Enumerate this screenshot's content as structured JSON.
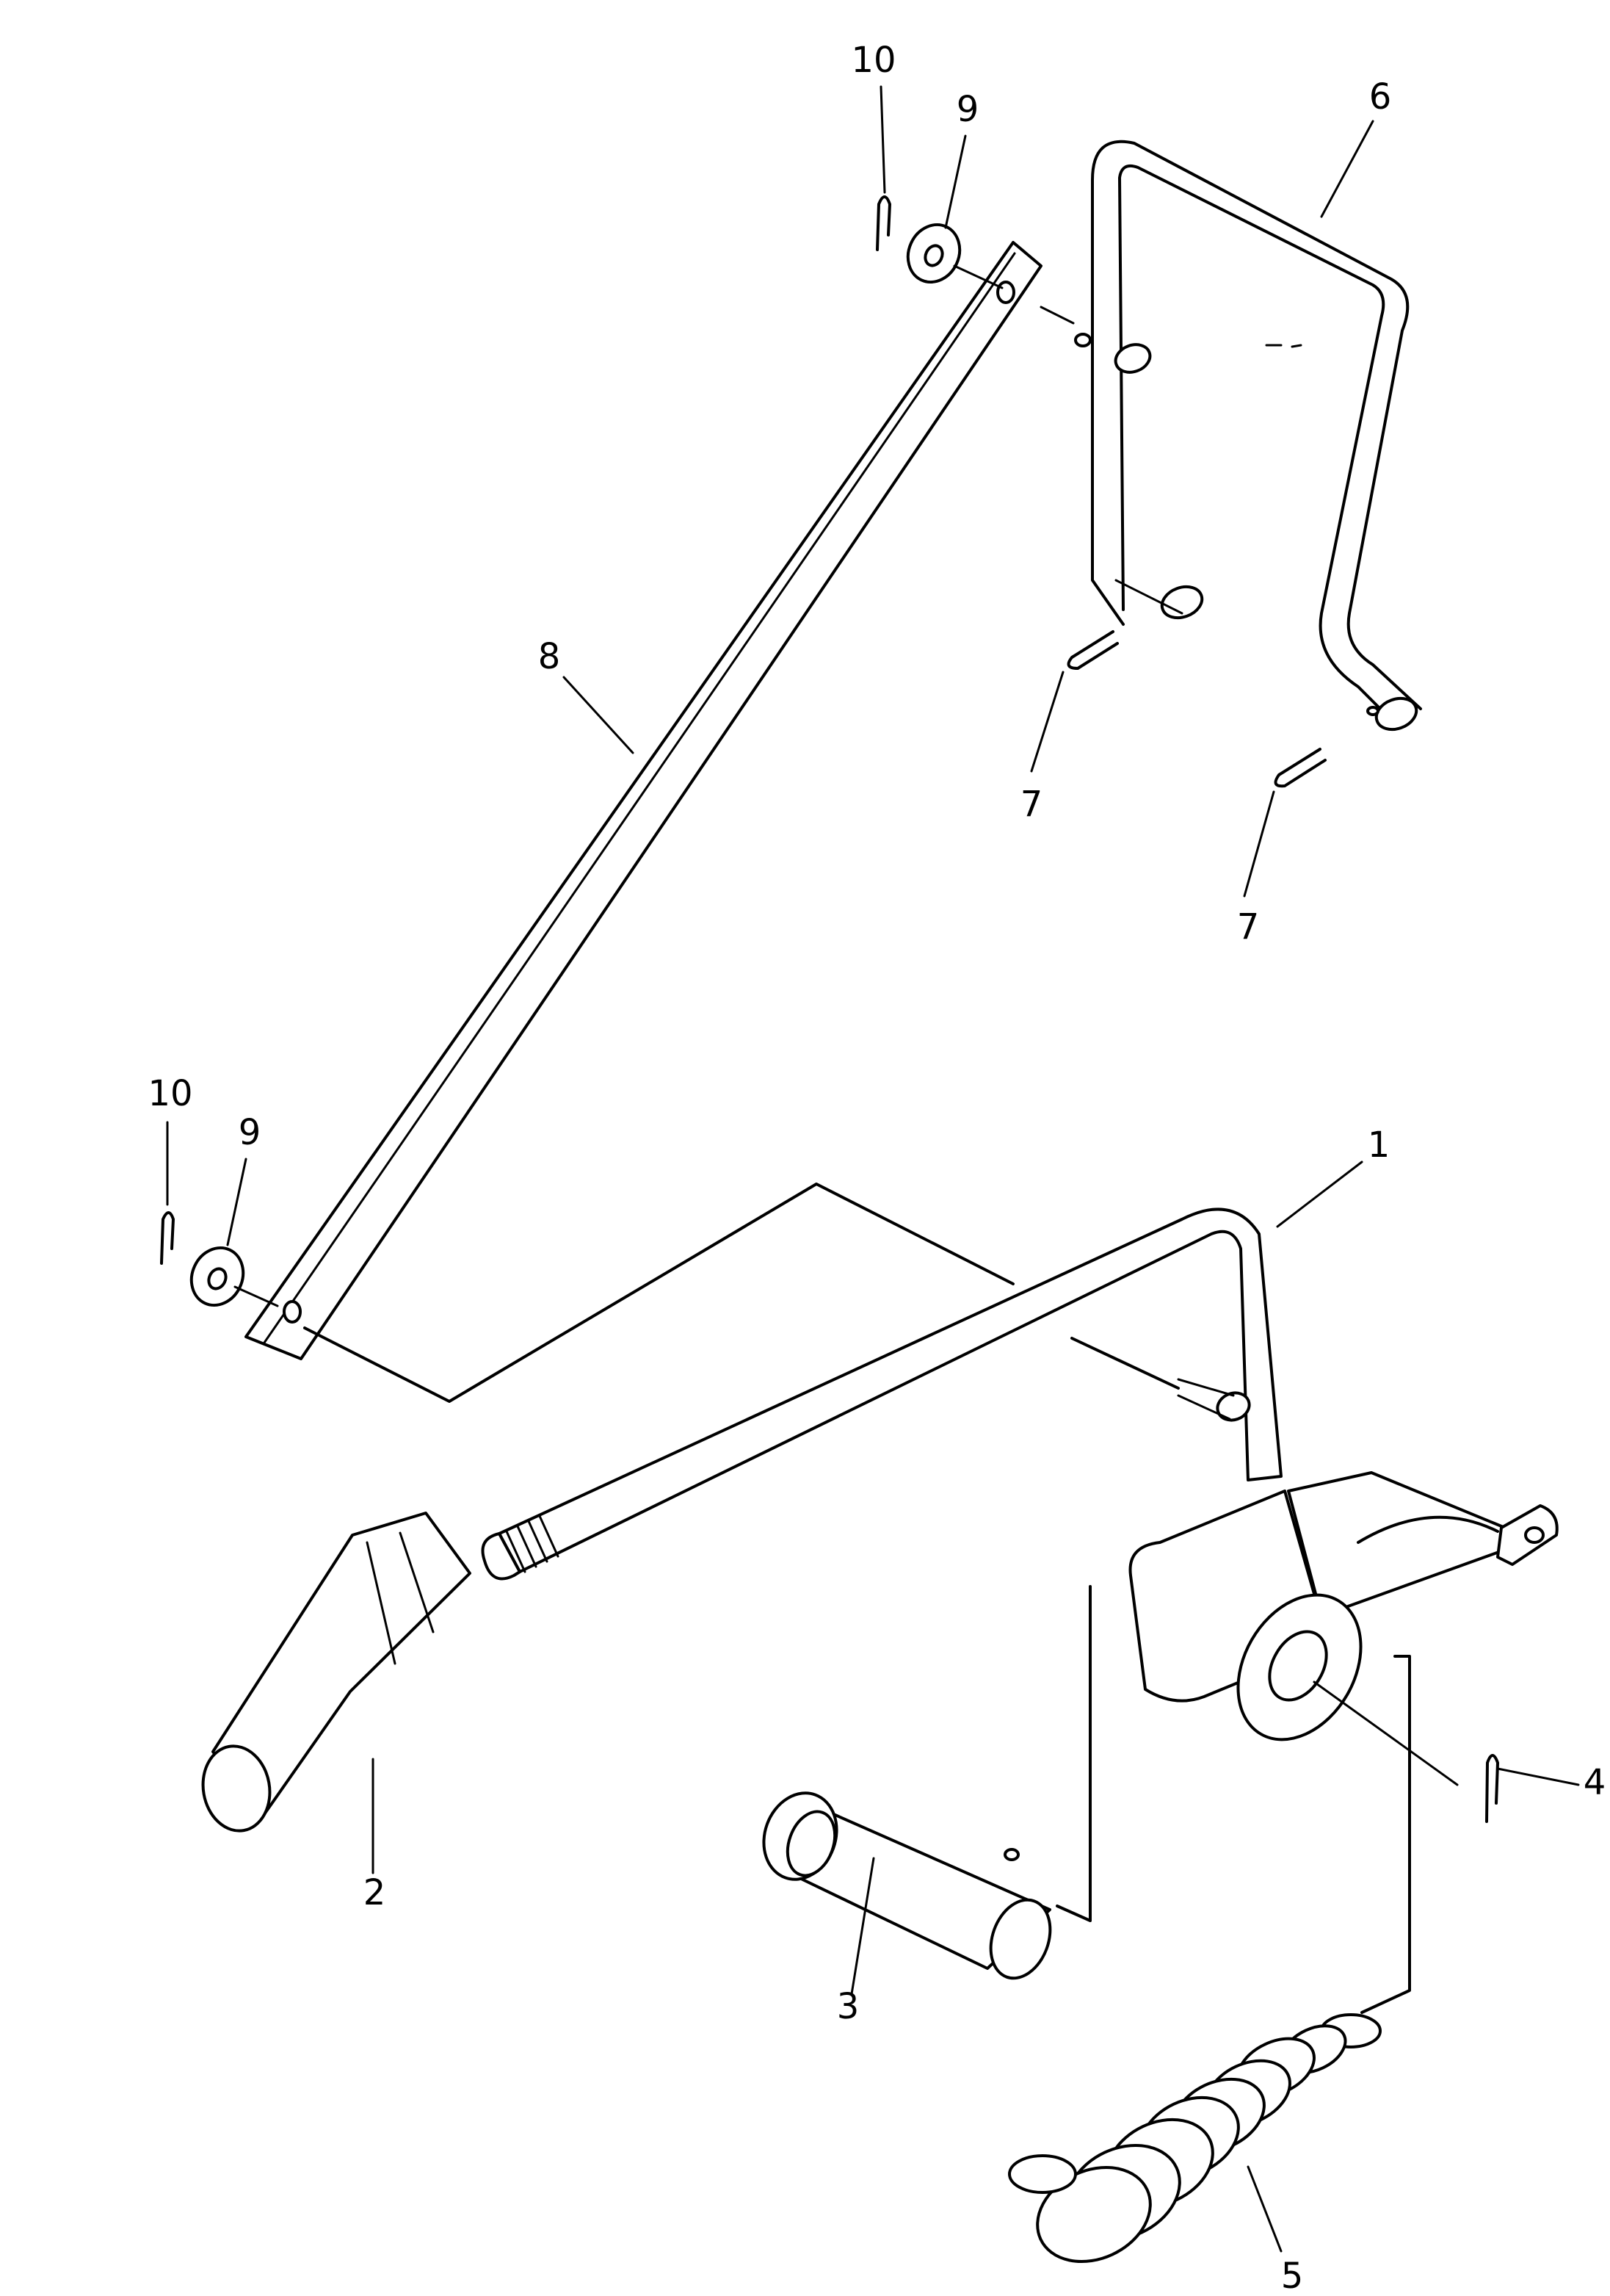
{
  "callouts": [
    {
      "id": "c1",
      "label": "1"
    },
    {
      "id": "c2",
      "label": "2"
    },
    {
      "id": "c3",
      "label": "3"
    },
    {
      "id": "c4",
      "label": "4"
    },
    {
      "id": "c5",
      "label": "5"
    },
    {
      "id": "c6",
      "label": "6"
    },
    {
      "id": "c7a",
      "label": "7"
    },
    {
      "id": "c7b",
      "label": "7"
    },
    {
      "id": "c8",
      "label": "8"
    },
    {
      "id": "c9a",
      "label": "9"
    },
    {
      "id": "c9b",
      "label": "9"
    },
    {
      "id": "c10a",
      "label": "10"
    },
    {
      "id": "c10b",
      "label": "10"
    }
  ]
}
